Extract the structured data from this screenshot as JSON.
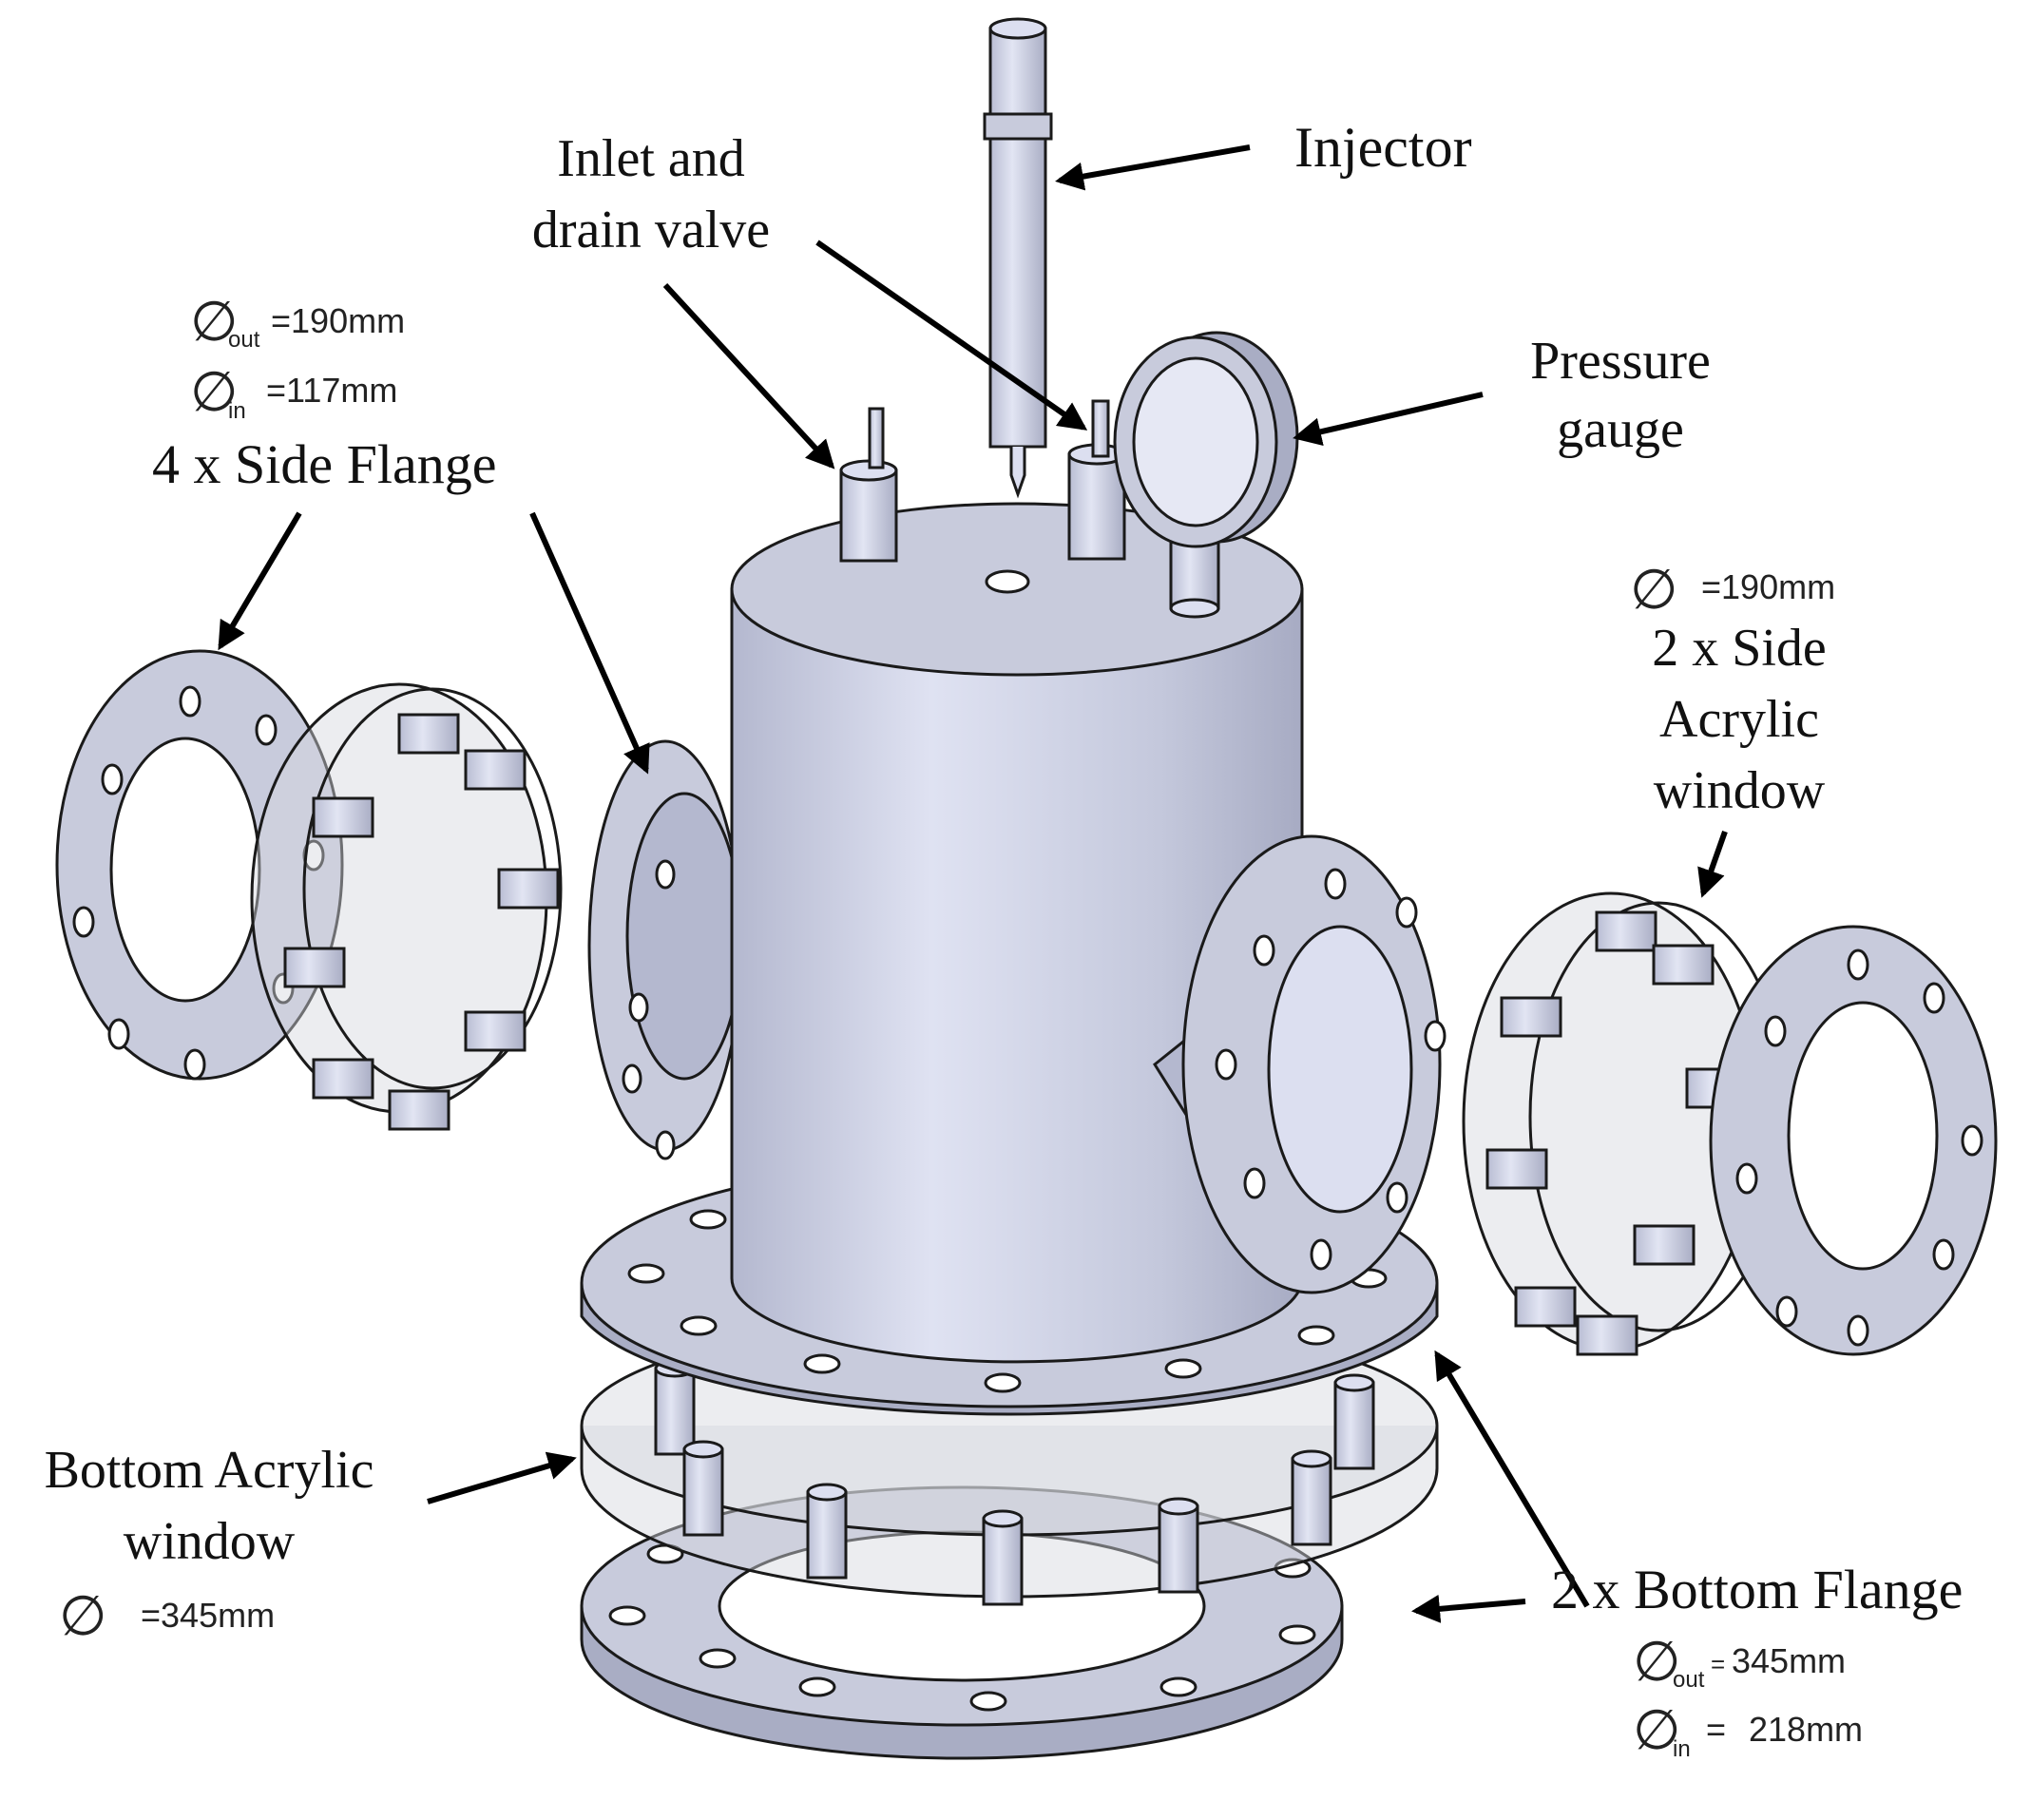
{
  "labels": {
    "injector": "Injector",
    "inlet_line1": "Inlet and",
    "inlet_line2": "drain valve",
    "pressure_line1": "Pressure",
    "pressure_line2": "gauge",
    "side_flange": "4 x Side Flange",
    "side_flange_out": "=190mm",
    "side_flange_in": "=117mm",
    "side_window_dim": "=190mm",
    "side_window_line1": "2 x Side",
    "side_window_line2": "Acrylic",
    "side_window_line3": "window",
    "bottom_window_line1": "Bottom Acrylic",
    "bottom_window_line2": "window",
    "bottom_window_dim": "=345mm",
    "bottom_flange": "2 x Bottom Flange",
    "bottom_flange_out": "345mm",
    "bottom_flange_in": "218mm"
  },
  "subscripts": {
    "out": "out",
    "in": "in"
  },
  "symbols": {
    "diameter": "∅"
  },
  "colors": {
    "metal": "#c8cbdc",
    "metal_dark": "#a9adc4",
    "metal_light": "#dcdff0",
    "glass": "#d4d6de",
    "outline": "#1a1a1a",
    "arrow": "#000000"
  }
}
